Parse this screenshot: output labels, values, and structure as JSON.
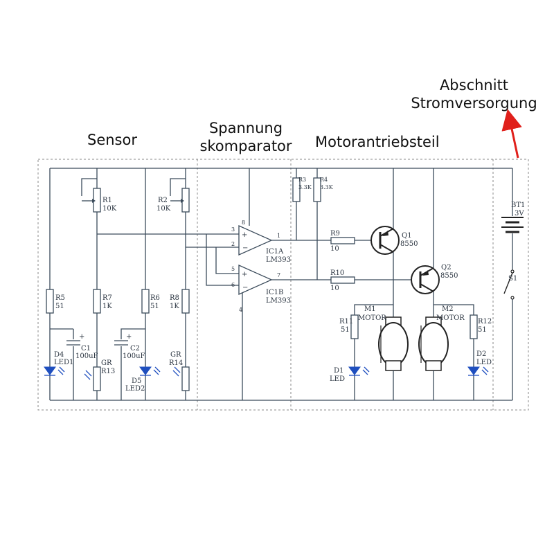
{
  "headings": {
    "sensor": "Sensor",
    "comparator_line1": "Spannung",
    "comparator_line2": "skomparator",
    "motor": "Motorantriebsteil",
    "power_line1": "Abschnitt",
    "power_line2": "Stromversorgung"
  },
  "components": {
    "R1": "R1",
    "R1_val": "10K",
    "R2": "R2",
    "R2_val": "10K",
    "R3": "R3",
    "R3_val": "3.3K",
    "R4": "R4",
    "R4_val": "3.3K",
    "R5": "R5",
    "R5_val": "51",
    "R6": "R6",
    "R6_val": "51",
    "R7": "R7",
    "R7_val": "1K",
    "R8": "R8",
    "R8_val": "1K",
    "R9": "R9",
    "R9_val": "10",
    "R10": "R10",
    "R10_val": "10",
    "R11": "R11",
    "R11_val": "51",
    "R12": "R12",
    "R12_val": "51",
    "C1": "C1",
    "C1_val": "100uF",
    "C2": "C2",
    "C2_val": "100uF",
    "D4": "D4",
    "LED1": "LED1",
    "D5": "D5",
    "LED2": "LED2",
    "D1": "D1",
    "D1_val": "LED",
    "D2": "D2",
    "D2_val": "LED",
    "GR13_a": "GR",
    "GR13_b": "R13",
    "GR14_a": "GR",
    "GR14_b": "R14",
    "IC1A": "IC1A",
    "IC1A_val": "LM393",
    "IC1B": "IC1B",
    "IC1B_val": "LM393",
    "Q1": "Q1",
    "Q1_val": "8550",
    "Q2": "Q2",
    "Q2_val": "8550",
    "M1": "M1",
    "M1_val": "MOTOR",
    "M2": "M2",
    "M2_val": "MOTOR",
    "BT1": "BT1",
    "BT1_val": "3V",
    "S1": "S1",
    "pin1": "1",
    "pin2": "2",
    "pin3": "3",
    "pin4": "4",
    "pin5": "5",
    "pin6": "6",
    "pin7": "7",
    "pin8": "8",
    "plus": "+",
    "minus": "−"
  },
  "colors": {
    "arrow": "#e0201b",
    "led": "#1f4fbf",
    "wire": "#3a4a5a"
  }
}
